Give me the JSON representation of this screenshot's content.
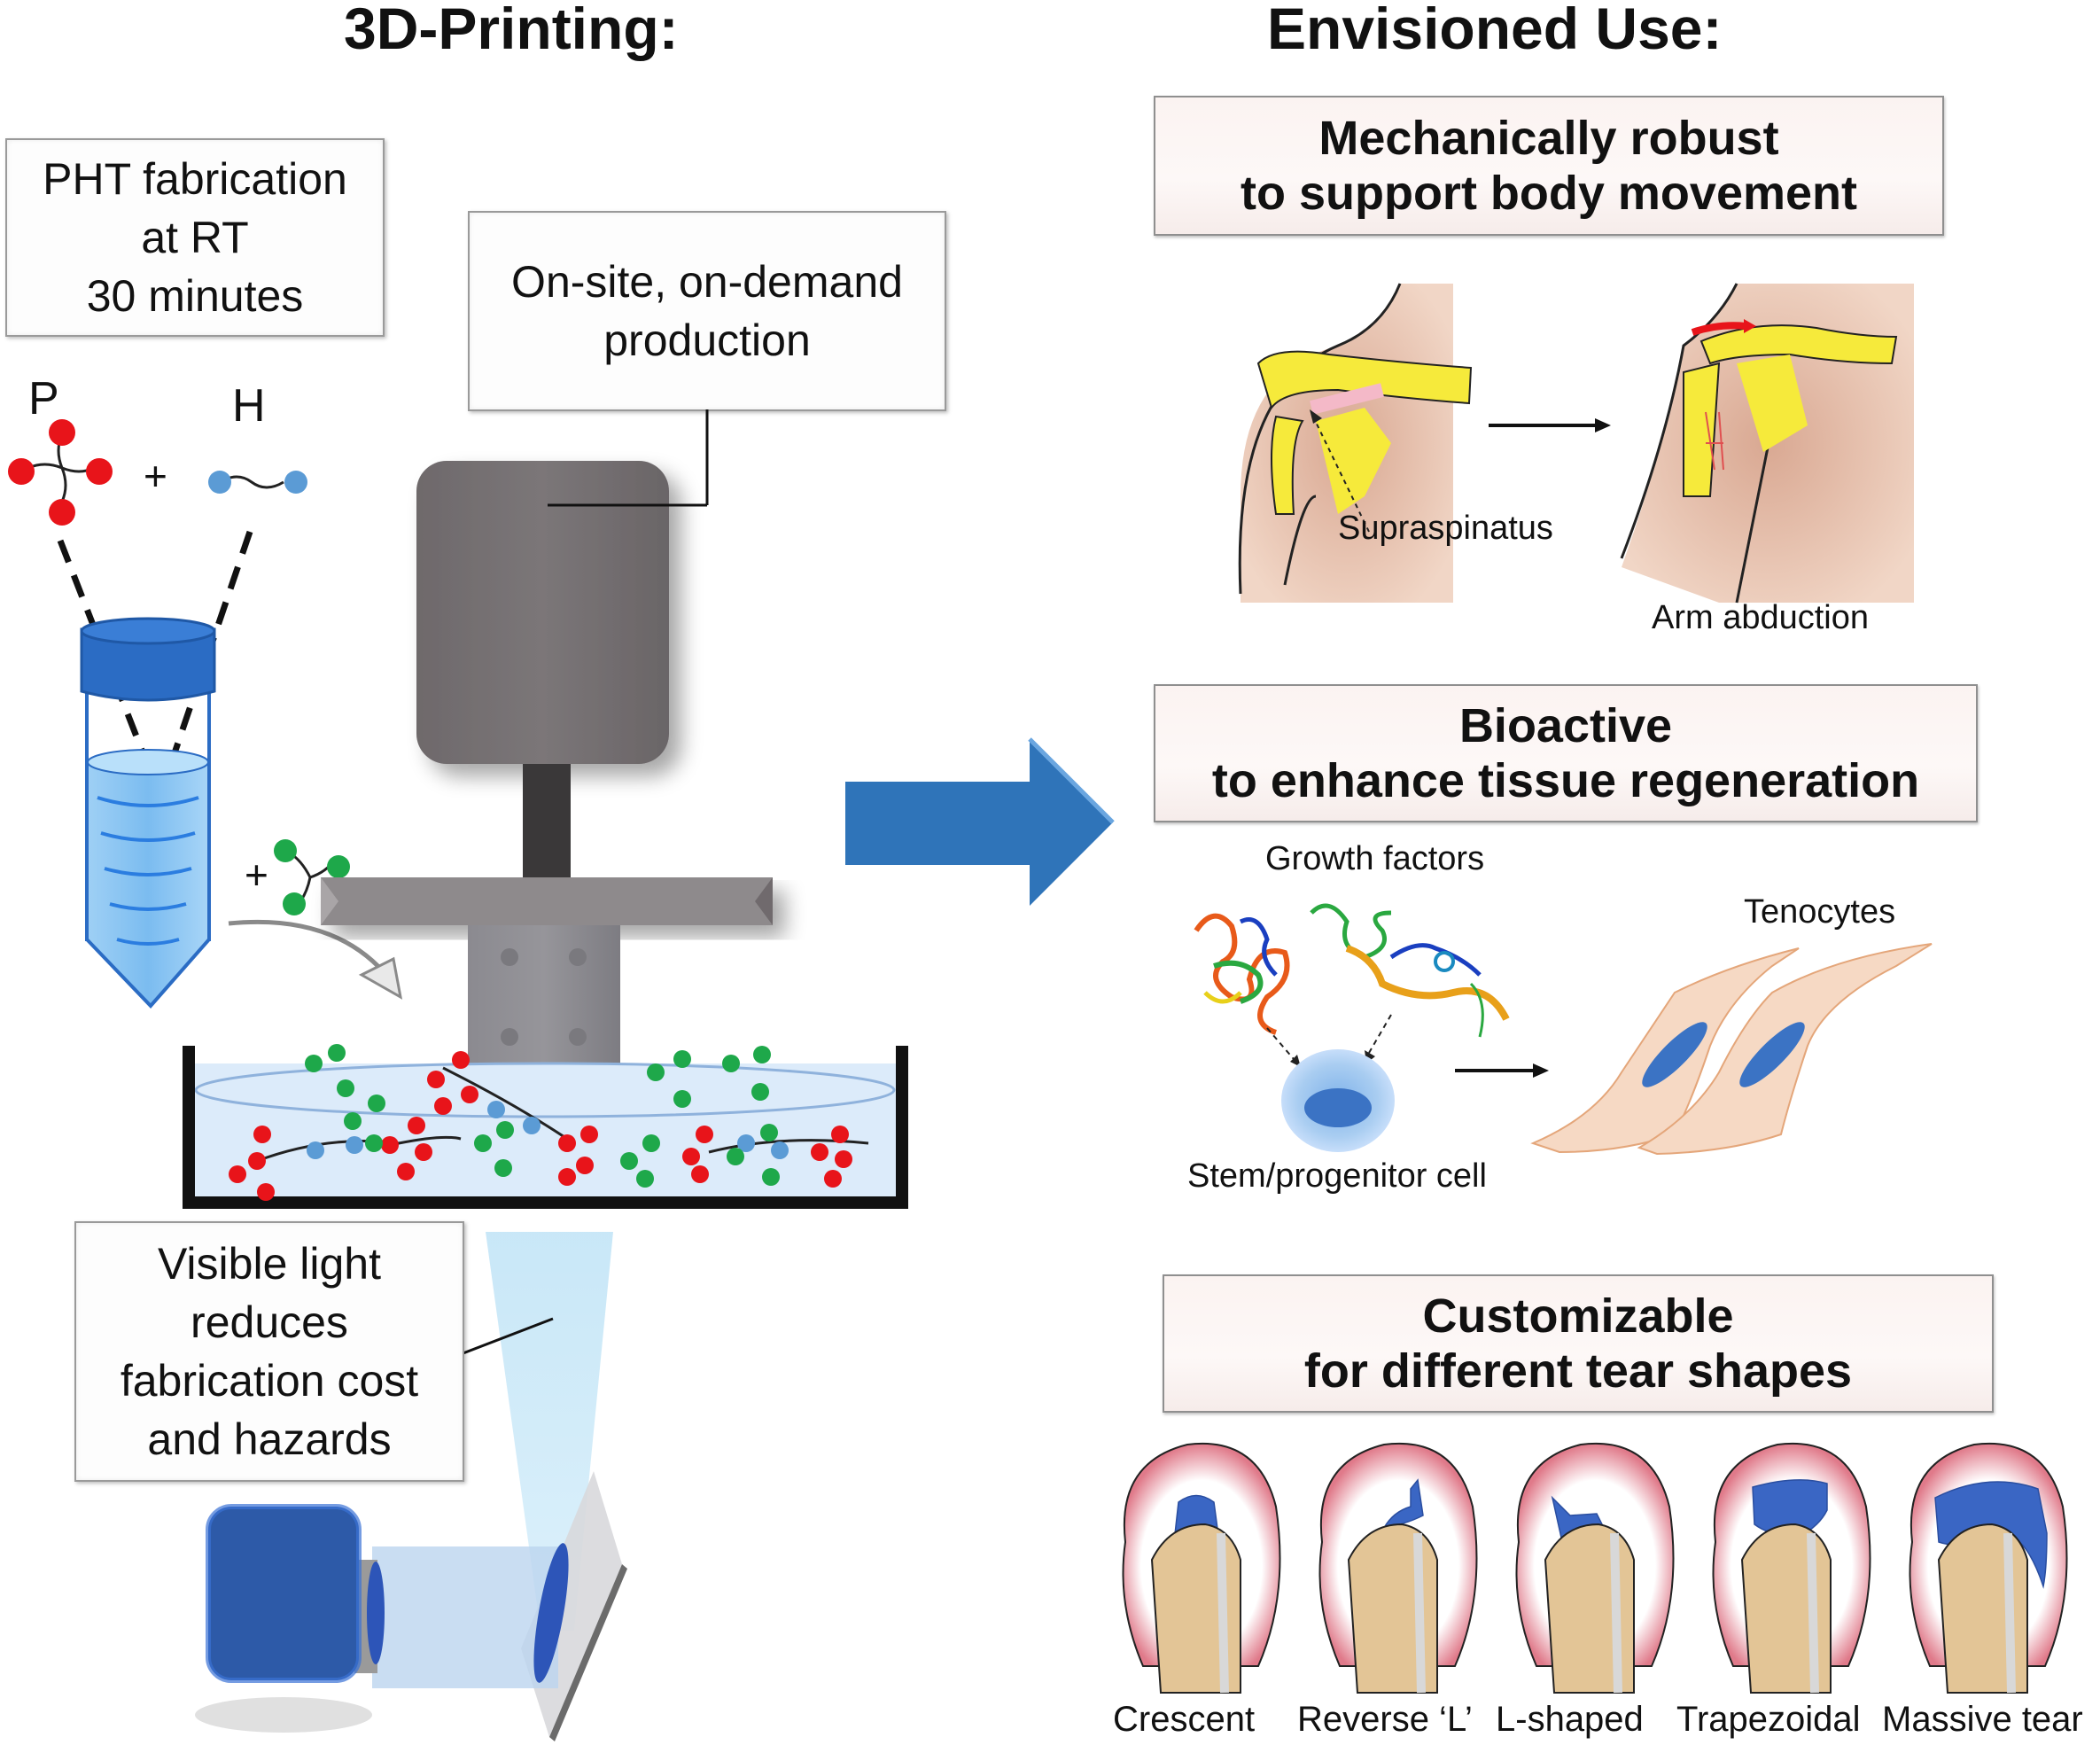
{
  "left_panel": {
    "heading": "3D-Printing:",
    "fabrication_box": {
      "lines": [
        "PHT fabrication",
        "at RT",
        "30 minutes"
      ]
    },
    "production_box": {
      "lines": [
        "On-site, on-demand",
        "production"
      ]
    },
    "light_box": {
      "lines": [
        "Visible light",
        "reduces",
        "fabrication cost",
        "and hazards"
      ]
    },
    "molecule_labels": {
      "p": "P",
      "h": "H",
      "plus1": "+",
      "plus2": "+"
    },
    "colors": {
      "p_node": "#e8141a",
      "h_node": "#5b9bd5",
      "additive_node": "#1ea84a",
      "tube_blue": "#2b6cc4",
      "printer_gray": "#7a7577",
      "light_source": "#2d5aa8"
    }
  },
  "center_arrow": {
    "icon": "right-arrow-icon",
    "color": "#2f74b9"
  },
  "right_panel": {
    "heading": "Envisioned Use:",
    "sections": [
      {
        "title_lines": [
          "Mechanically robust",
          "to support body movement"
        ],
        "labels": {
          "muscle": "Supraspinatus",
          "motion": "Arm abduction"
        }
      },
      {
        "title_lines": [
          "Bioactive",
          "to enhance tissue regeneration"
        ],
        "labels": {
          "factors": "Growth factors",
          "target": "Tenocytes",
          "source": "Stem/progenitor cell"
        }
      },
      {
        "title_lines": [
          "Customizable",
          "for different tear shapes"
        ],
        "tear_shapes": [
          "Crescent",
          "Reverse ‘L’",
          "L-shaped",
          "Trapezoidal",
          "Massive tear"
        ]
      }
    ]
  }
}
